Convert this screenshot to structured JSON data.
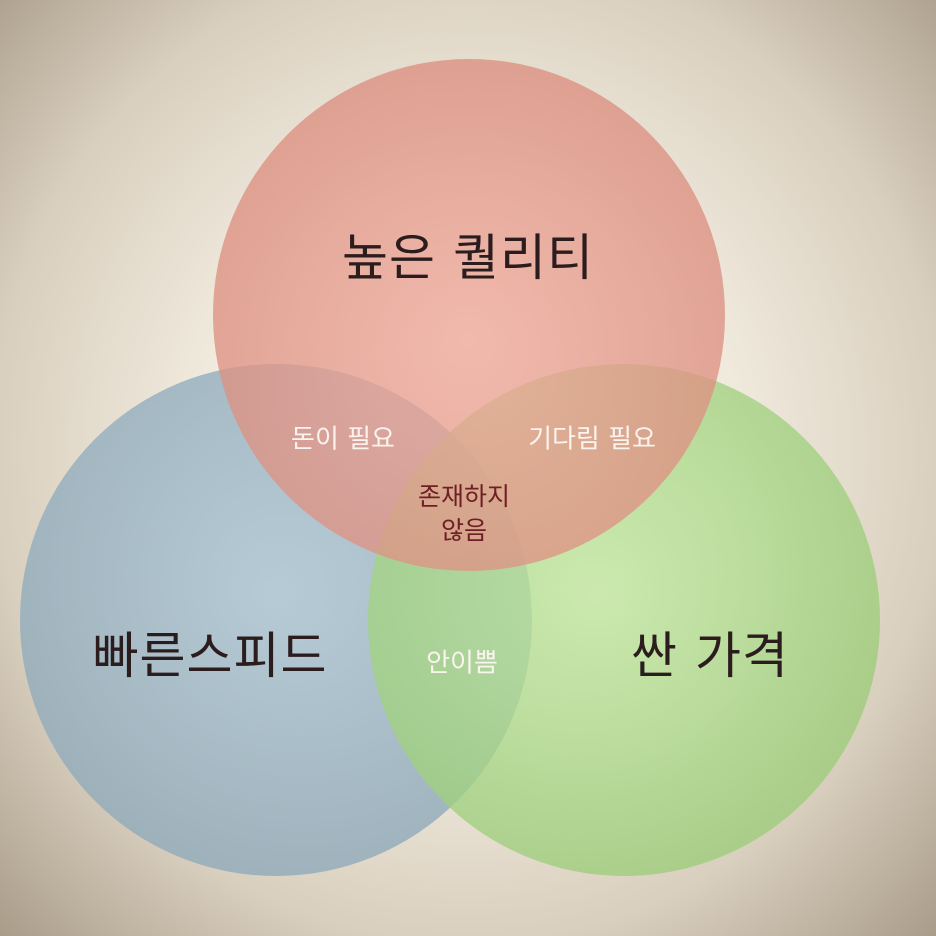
{
  "diagram": {
    "type": "venn-3",
    "sets": [
      {
        "id": "top",
        "label": "높은 퀄리티",
        "color": "#e8998c"
      },
      {
        "id": "left",
        "label": "빠른스피드",
        "color": "#9ab7c9"
      },
      {
        "id": "right",
        "label": "싼 가격",
        "color": "#a8db84"
      }
    ],
    "intersections": {
      "top_left": "돈이 필요",
      "top_right": "기다림 필요",
      "left_right": "안이쁨",
      "all_line1": "존재하지",
      "all_line2": "않음"
    }
  }
}
